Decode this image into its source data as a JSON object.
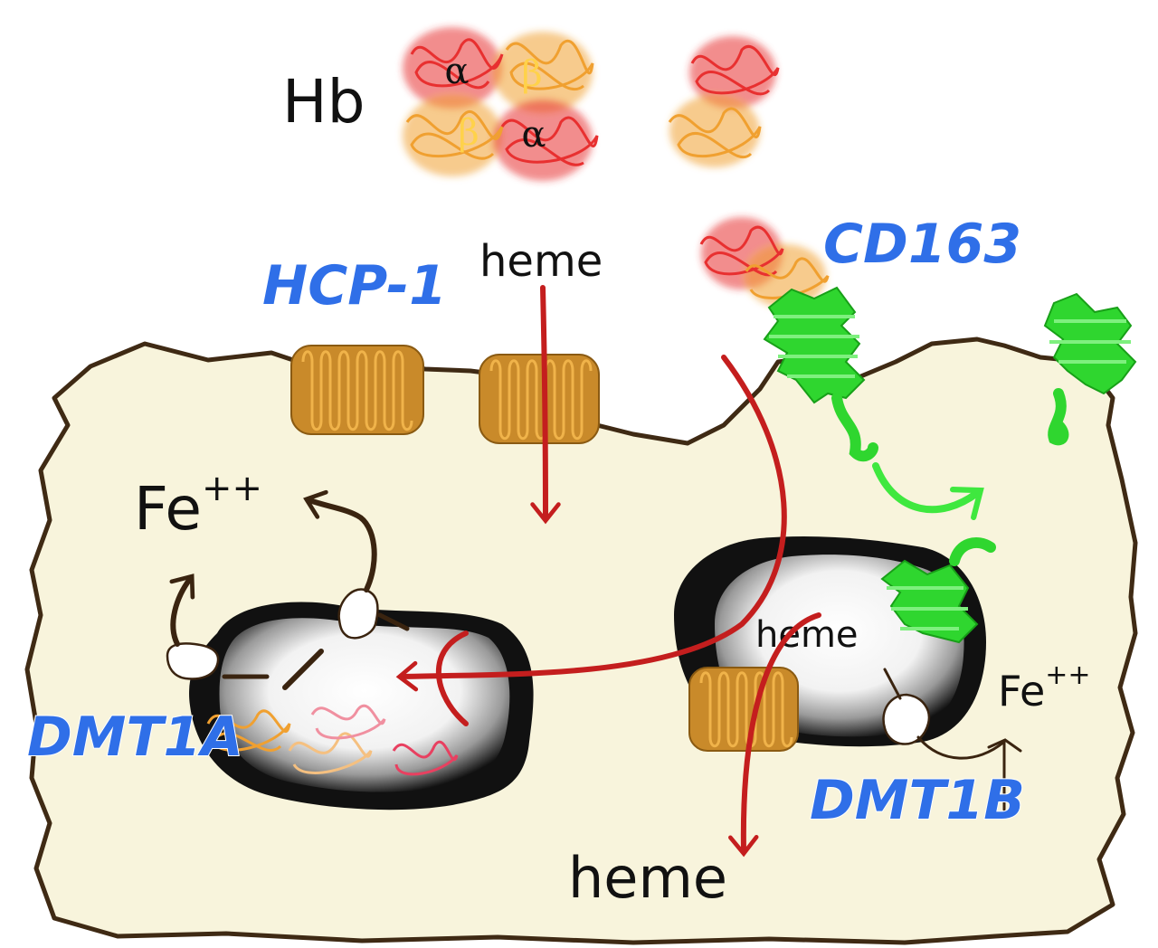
{
  "colors": {
    "cell_fill": "#f8f4dc",
    "cell_border": "#3f2a14",
    "alpha_chain": "#e83030",
    "beta_chain": "#f0a030",
    "pink_chain": "#f090a0",
    "transporter": "#c98a2a",
    "cd163": "#2fd62f",
    "heme_arrow": "#c41e1e",
    "label_blue": "#2f6fe8",
    "iron_arrow": "#3a2410"
  },
  "labels": {
    "hb": "Hb",
    "alpha_top": "α",
    "beta_top": "β",
    "beta_bottom": "β",
    "alpha_bottom": "α",
    "hcp1": "HCP-1",
    "cd163": "CD163",
    "heme_top": "heme",
    "heme_vesicle": "heme",
    "heme_bottom": "heme",
    "fe_left_base": "Fe",
    "fe_left_sup": "++",
    "fe_right_base": "Fe",
    "fe_right_sup": "++",
    "dmt1a": "DMT1A",
    "dmt1b": "DMT1B"
  }
}
